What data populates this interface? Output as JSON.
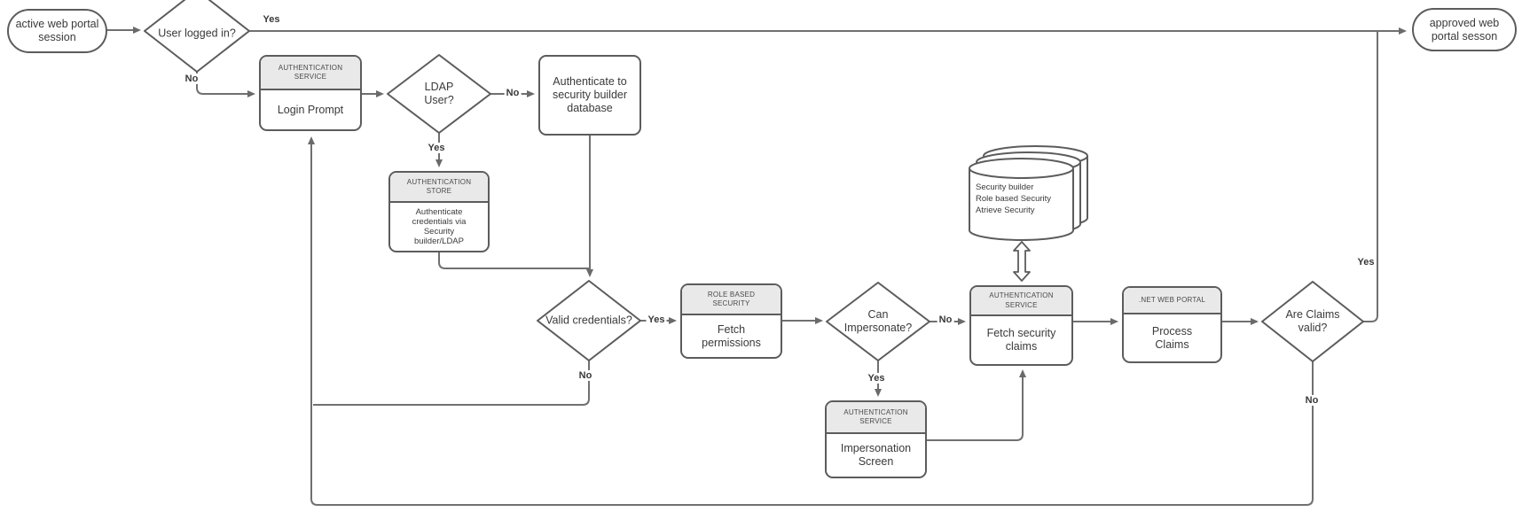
{
  "diagram": {
    "type": "flowchart",
    "colors": {
      "shape_border": "#5c5c5c",
      "connector": "#707070",
      "header_fill": "#e9e9e9",
      "shape_fill": "#ffffff",
      "text": "#3a3a3a"
    },
    "nodes": {
      "start": {
        "label": "active web portal session"
      },
      "user_logged_in": {
        "label": "User logged in?"
      },
      "login_prompt": {
        "header": "AUTHENTICATION SERVICE",
        "label": "Login Prompt"
      },
      "ldap_user": {
        "label": "LDAP User?"
      },
      "auth_db": {
        "label": "Authenticate to security builder database"
      },
      "auth_store": {
        "header": "AUTHENTICATION STORE",
        "label": "Authenticate credentials via Security builder/LDAP"
      },
      "valid_credentials": {
        "label": "Valid credentials?"
      },
      "fetch_permissions": {
        "header": "ROLE BASED SECURITY",
        "label": "Fetch permissions"
      },
      "can_impersonate": {
        "label": "Can Impersonate?"
      },
      "fetch_claims": {
        "header": "AUTHENTICATION SERVICE",
        "label": "Fetch security claims"
      },
      "impersonation_screen": {
        "header": "AUTHENTICATION SERVICE",
        "label": "Impersonation Screen"
      },
      "security_db": {
        "lines": [
          "Security builder",
          "Role based Security",
          "Atrieve Security"
        ]
      },
      "process_claims": {
        "header": ".NET WEB PORTAL",
        "label": "Process Claims"
      },
      "are_claims_valid": {
        "label": "Are Claims valid?"
      },
      "end": {
        "label": "approved web portal sesson"
      }
    },
    "edge_labels": {
      "user_yes": "Yes",
      "user_no": "No",
      "ldap_no": "No",
      "ldap_yes": "Yes",
      "valid_yes": "Yes",
      "valid_no": "No",
      "impersonate_no": "No",
      "impersonate_yes": "Yes",
      "claims_yes": "Yes",
      "claims_no": "No"
    }
  }
}
